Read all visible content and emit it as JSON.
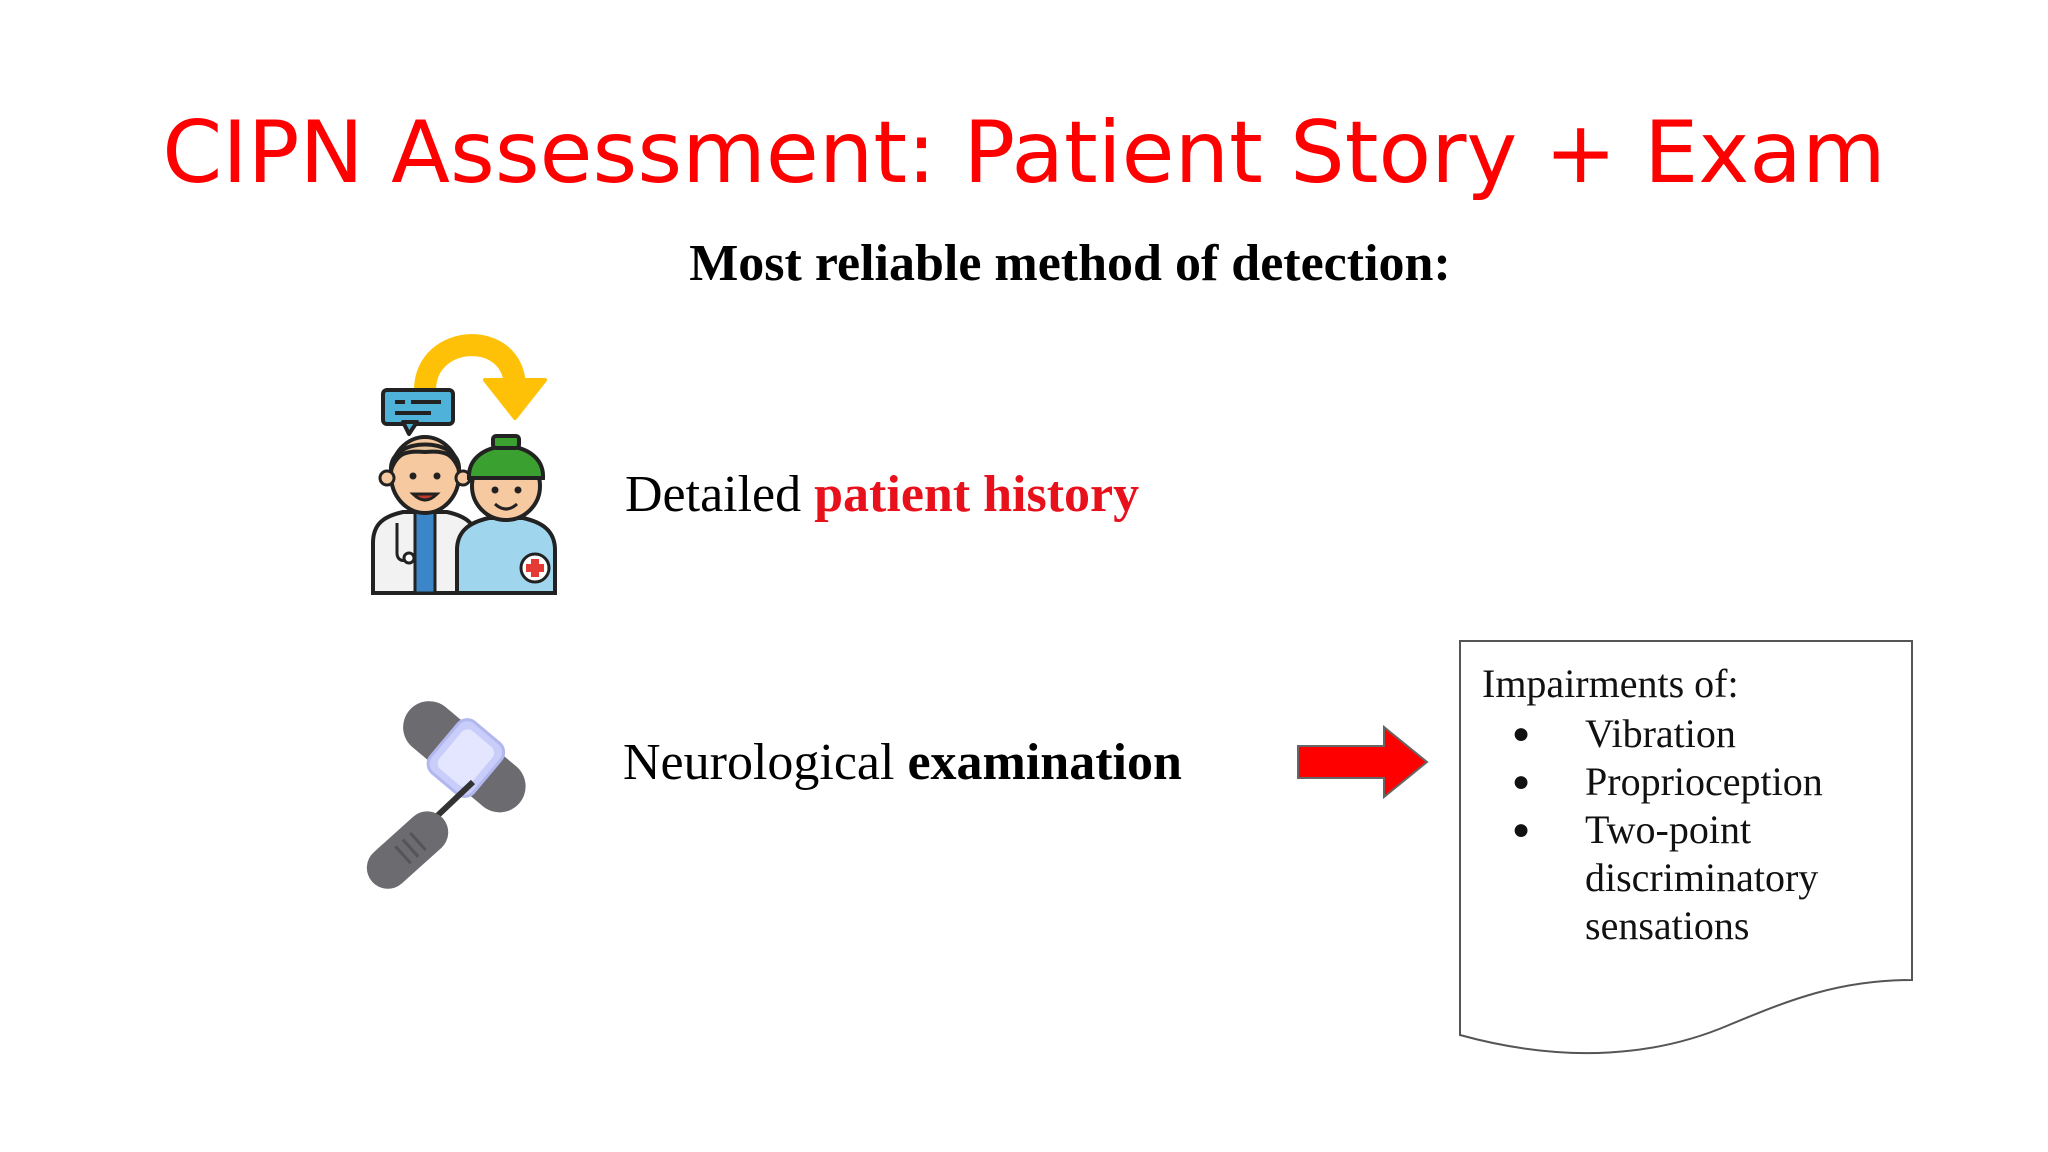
{
  "slide": {
    "title": "CIPN Assessment: Patient Story + Exam",
    "subtitle": "Most reliable method of detection:",
    "history": {
      "prefix": "Detailed ",
      "highlight": "patient history",
      "icon": "doctor-patient-conversation-icon"
    },
    "exam": {
      "prefix": "Neurological ",
      "bold": "examination",
      "icon": "reflex-hammer-icon"
    },
    "arrow_icon": "right-arrow-icon",
    "impairments": {
      "heading": "Impairments of:",
      "items": [
        "Vibration",
        "Proprioception",
        "Two-point discriminatory sensations"
      ]
    }
  },
  "colors": {
    "title": "#ff0000",
    "highlight": "#e8101b",
    "arrow": "#ff0000",
    "arrow_yellow": "#ffc107",
    "cap_green": "#3aa02f"
  }
}
